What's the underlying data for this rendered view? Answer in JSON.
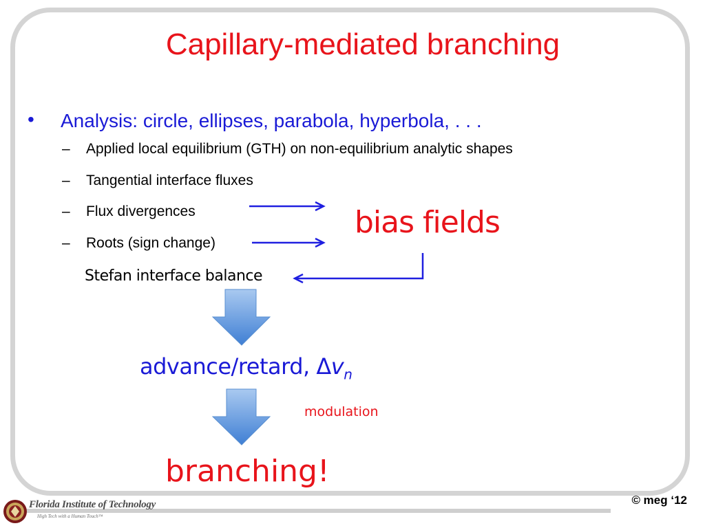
{
  "slide": {
    "title": "Capillary-mediated branching",
    "bullet_symbol": "•",
    "bullet_main": "Analysis: circle, ellipses, parabola, hyperbola, . . .",
    "sub_dash": "–",
    "sub_items": [
      "Applied local equilibrium (GTH) on non-equilibrium analytic shapes",
      "Tangential interface fluxes",
      "Flux divergences",
      "Roots (sign change)"
    ],
    "bias_fields": "bias fields",
    "stefan": "Stefan interface  balance",
    "advance_text": "advance/retard, Δ",
    "advance_var": "v",
    "advance_sub": "n",
    "modulation": "modulation",
    "branching": "branching!",
    "copyright": "© meg ‘12"
  },
  "logo": {
    "name": "Florida Institute of Technology",
    "tagline": "High Tech with a Human Touch™"
  },
  "colors": {
    "title_red": "#e8141b",
    "text_blue": "#1a1ad6",
    "arrow_blue": "#1f1fe0",
    "block_arrow_top": "#a9c9f0",
    "block_arrow_bottom": "#3f7fd4",
    "frame_gray": "#d4d4d4"
  }
}
